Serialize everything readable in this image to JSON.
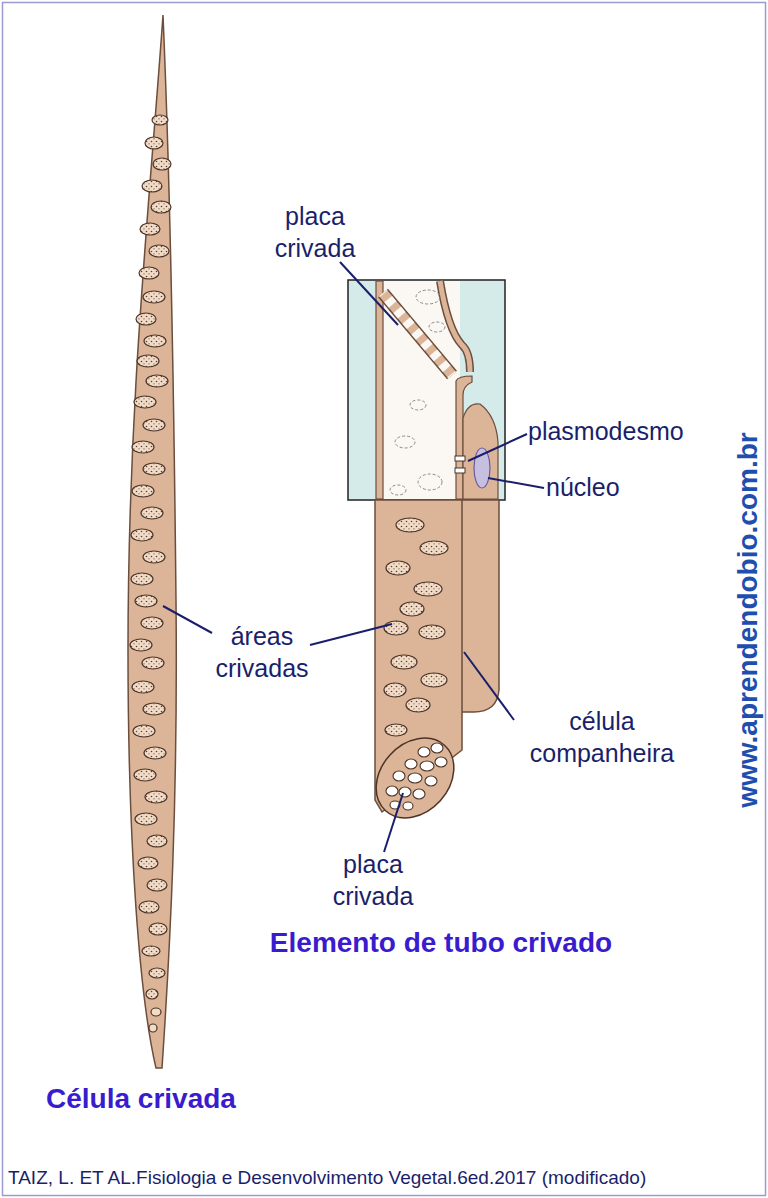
{
  "diagram": {
    "caption": "TAIZ, L. ET AL.Fisiologia e Desenvolvimento Vegetal.6ed.2017 (modificado)",
    "labels": [
      "placa crivada",
      "plasmodesmo",
      "núcleo",
      "áreas crivadas",
      "célula companheira",
      "placa crivada",
      "Elemento de tubo crivado",
      "Célula crivada",
      "www.aprendendobio.com.br"
    ]
  }
}
